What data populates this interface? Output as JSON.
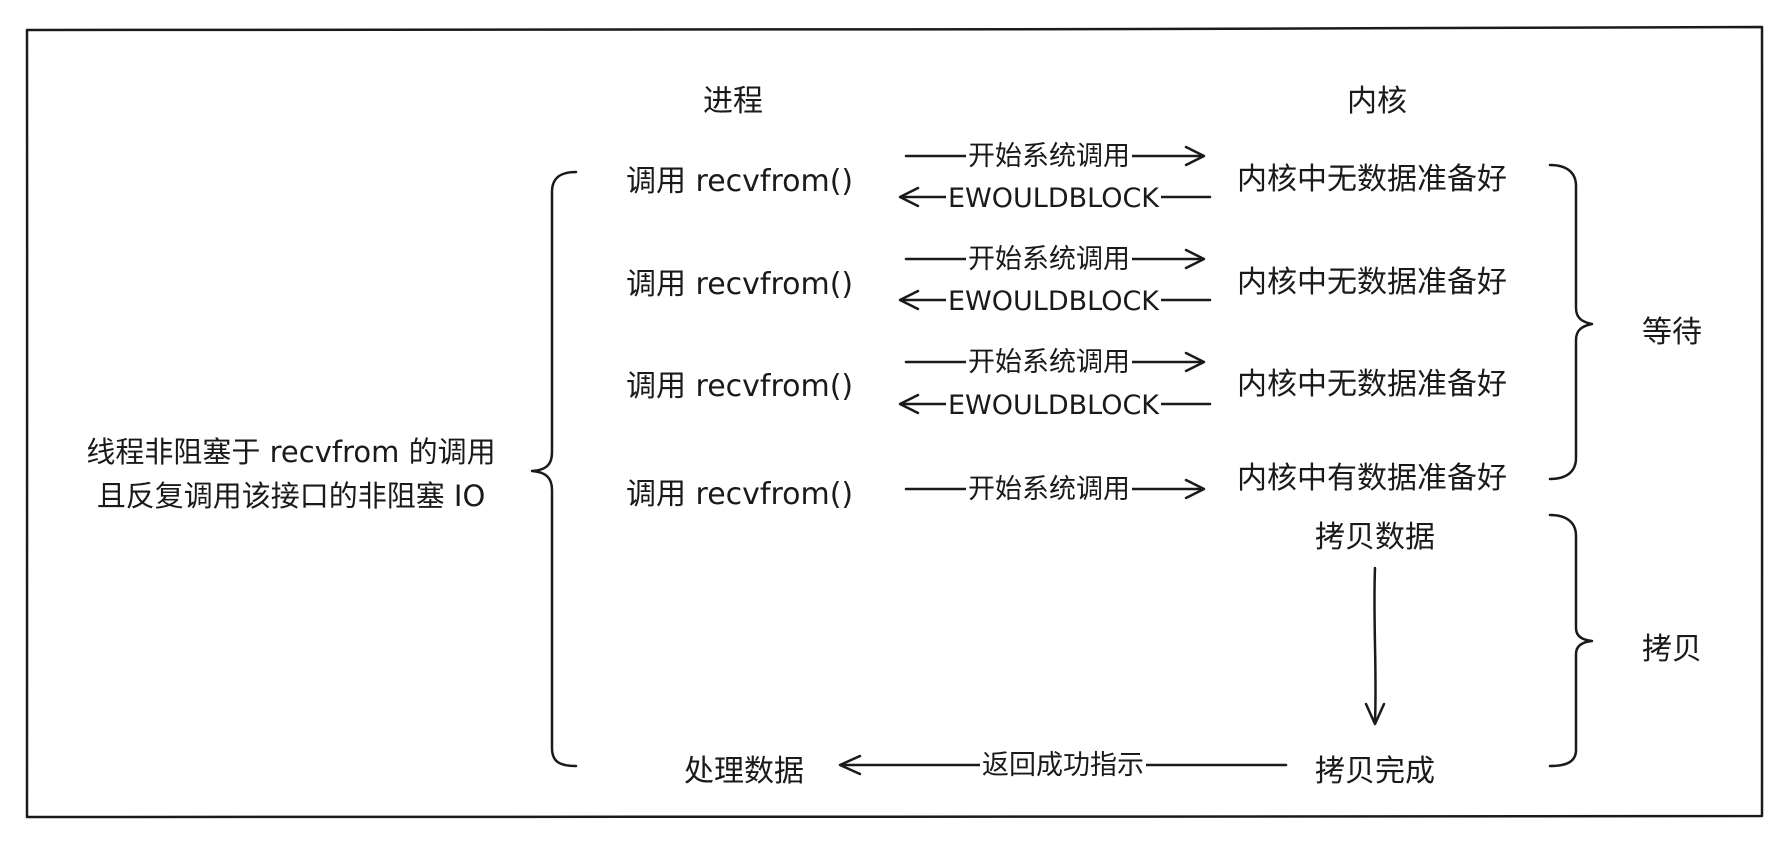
{
  "headers": {
    "process": "进程",
    "kernel": "内核"
  },
  "left_note": {
    "line1": "线程非阻塞于 recvfrom 的调用",
    "line2": "且反复调用该接口的非阻塞 IO"
  },
  "rows": [
    {
      "call": "调用 recvfrom()",
      "request": "开始系统调用",
      "reply": "EWOULDBLOCK",
      "kernel": "内核中无数据准备好"
    },
    {
      "call": "调用 recvfrom()",
      "request": "开始系统调用",
      "reply": "EWOULDBLOCK",
      "kernel": "内核中无数据准备好"
    },
    {
      "call": "调用 recvfrom()",
      "request": "开始系统调用",
      "reply": "EWOULDBLOCK",
      "kernel": "内核中无数据准备好"
    },
    {
      "call": "调用 recvfrom()",
      "request": "开始系统调用",
      "reply": "",
      "kernel": "内核中有数据准备好"
    }
  ],
  "copy": {
    "start": "拷贝数据",
    "done": "拷贝完成"
  },
  "final": {
    "process": "处理数据",
    "reply": "返回成功指示"
  },
  "phases": {
    "wait": "等待",
    "copy": "拷贝"
  },
  "colors": {
    "stroke": "#1a1a1a",
    "background": "#ffffff"
  }
}
